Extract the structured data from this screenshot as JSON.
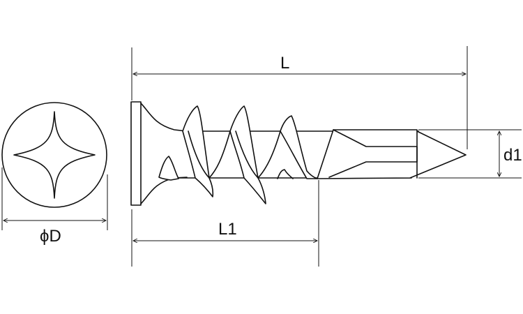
{
  "labels": {
    "overall_length": "L",
    "thread_length": "L1",
    "head_diameter": "ϕD",
    "tip_diameter": "d1"
  },
  "colors": {
    "line": "#111111",
    "background": "#ffffff"
  }
}
